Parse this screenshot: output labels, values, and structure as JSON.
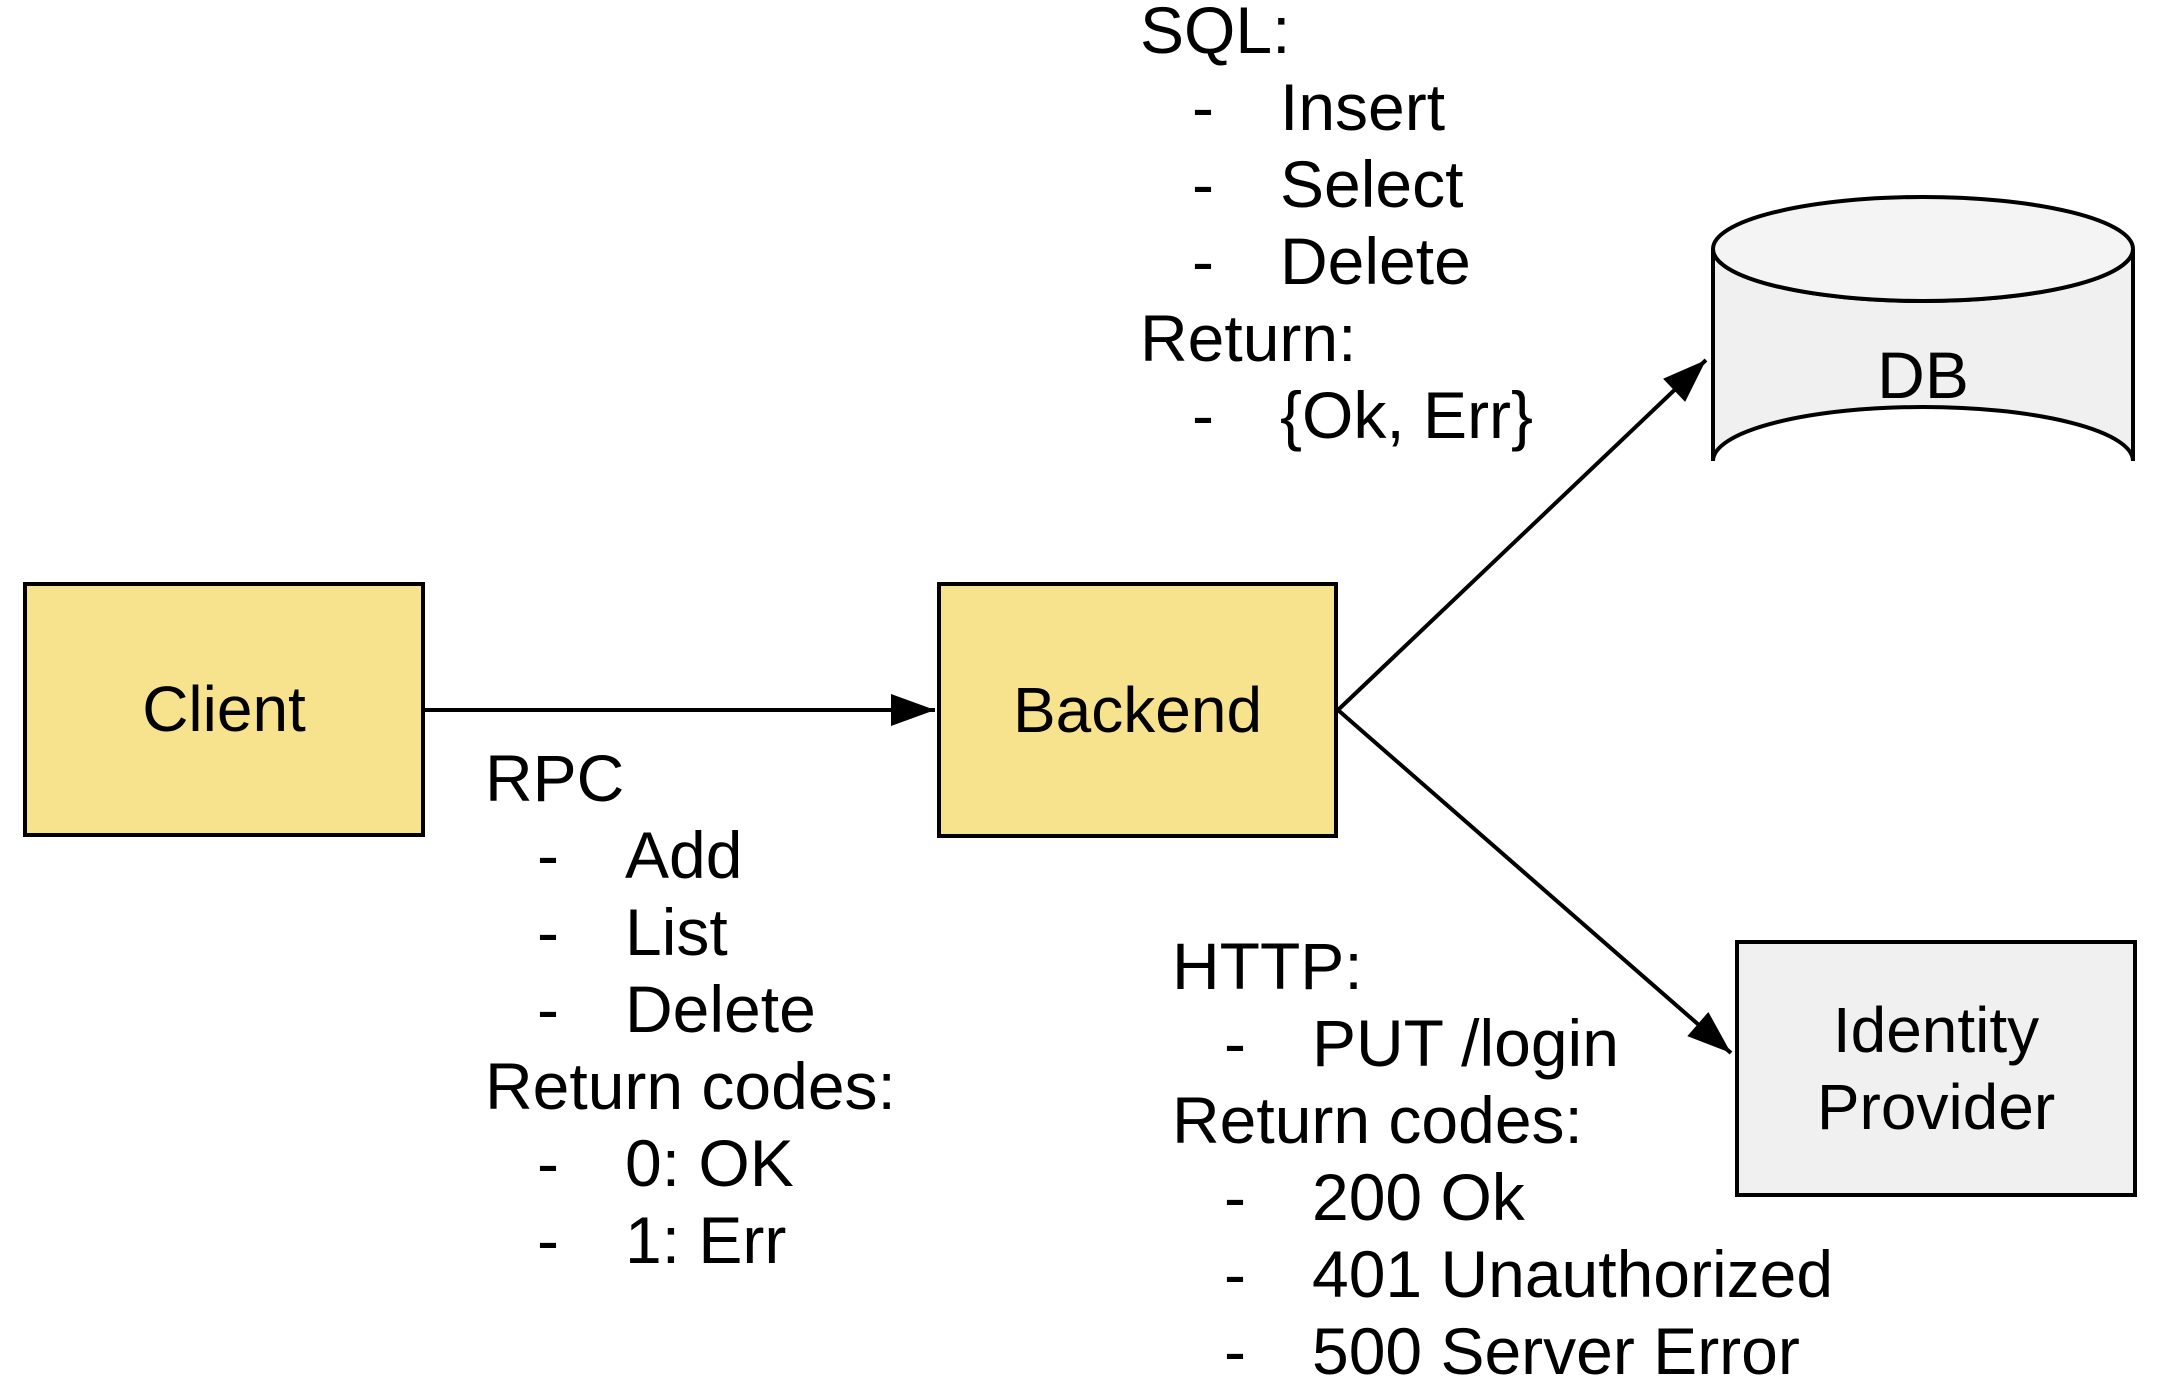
{
  "diagram": {
    "bullet_char": "-",
    "colors": {
      "node_fill_yellow": "#F7E28E",
      "node_fill_gray": "#F0F0F0",
      "cylinder_top_fill": "#F4F4F4",
      "stroke": "#000000",
      "background": "#FFFFFF"
    },
    "nodes": {
      "client": {
        "label": "Client",
        "shape": "rect"
      },
      "backend": {
        "label": "Backend",
        "shape": "rect"
      },
      "db": {
        "label": "DB",
        "shape": "cylinder"
      },
      "identity_provider": {
        "label": "Identity Provider",
        "shape": "rect"
      }
    },
    "edges": [
      {
        "from": "Client",
        "to": "Backend",
        "annotation": "rpc"
      },
      {
        "from": "Backend",
        "to": "DB",
        "annotation": "sql"
      },
      {
        "from": "Backend",
        "to": "Identity Provider",
        "annotation": "http"
      }
    ],
    "annotations": {
      "rpc": {
        "title": "RPC",
        "bullets": [
          "Add",
          "List",
          "Delete"
        ],
        "subtitle": "Return codes:",
        "sub_bullets": [
          "0: OK",
          "1: Err"
        ]
      },
      "sql": {
        "title": "SQL:",
        "bullets": [
          "Insert",
          "Select",
          "Delete"
        ],
        "subtitle": "Return:",
        "sub_bullets": [
          "{Ok, Err}"
        ]
      },
      "http": {
        "title": "HTTP:",
        "bullets": [
          "PUT /login"
        ],
        "subtitle": "Return codes:",
        "sub_bullets": [
          "200 Ok",
          "401 Unauthorized",
          "500 Server Error"
        ]
      }
    }
  }
}
